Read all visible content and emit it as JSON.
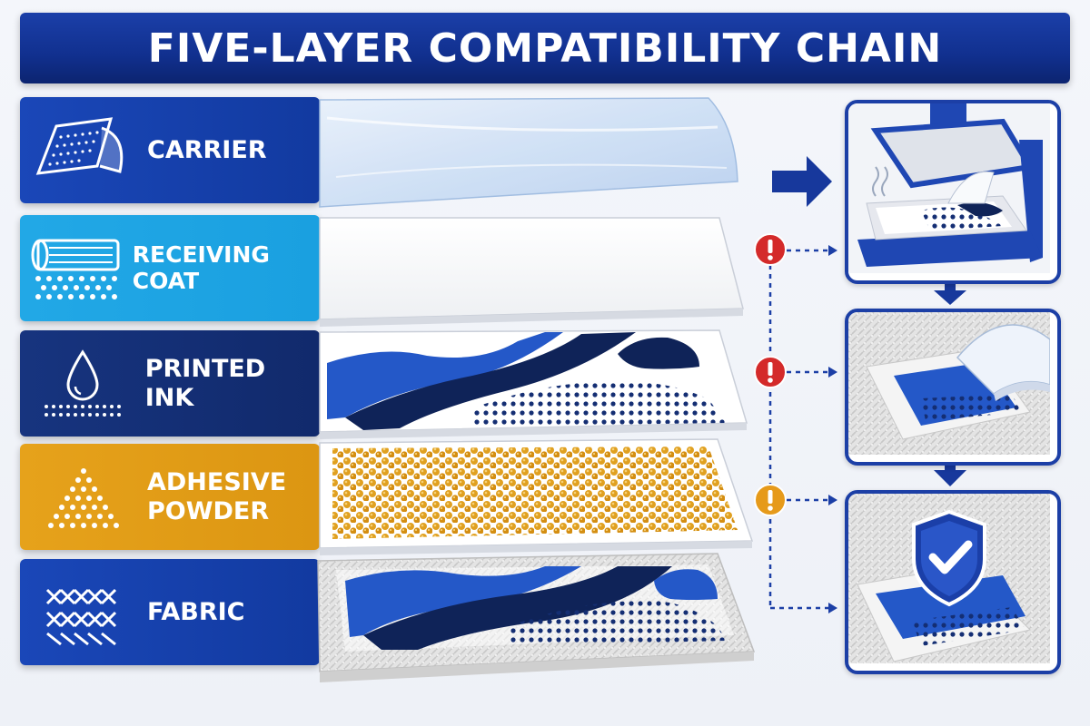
{
  "title": "FIVE-LAYER COMPATIBILITY CHAIN",
  "layers": [
    {
      "label": "CARRIER",
      "icon": "film-sheet-icon"
    },
    {
      "label": "RECEIVING COAT",
      "icon": "coating-roll-icon"
    },
    {
      "label": "PRINTED INK",
      "icon": "ink-drop-icon"
    },
    {
      "label": "ADHESIVE\nPOWDER",
      "icon": "powder-pile-icon"
    },
    {
      "label": "FABRIC",
      "icon": "woven-fabric-icon"
    }
  ],
  "warnings": [
    {
      "icon": "warning-icon",
      "color": "#d42a2a"
    },
    {
      "icon": "warning-icon",
      "color": "#d42a2a"
    },
    {
      "icon": "warning-icon",
      "color": "#e69a1a"
    }
  ],
  "process_steps": [
    {
      "icon": "heat-press-icon"
    },
    {
      "icon": "peel-transfer-icon"
    },
    {
      "icon": "verified-shield-icon"
    }
  ],
  "colors": {
    "navy": "#112a6c",
    "blue": "#1a47b8",
    "cyan": "#22a8e6",
    "amber": "#e6a21b",
    "warning_red": "#d42a2a",
    "warning_amber": "#e69a1a",
    "print_blue": "#2356c8"
  }
}
